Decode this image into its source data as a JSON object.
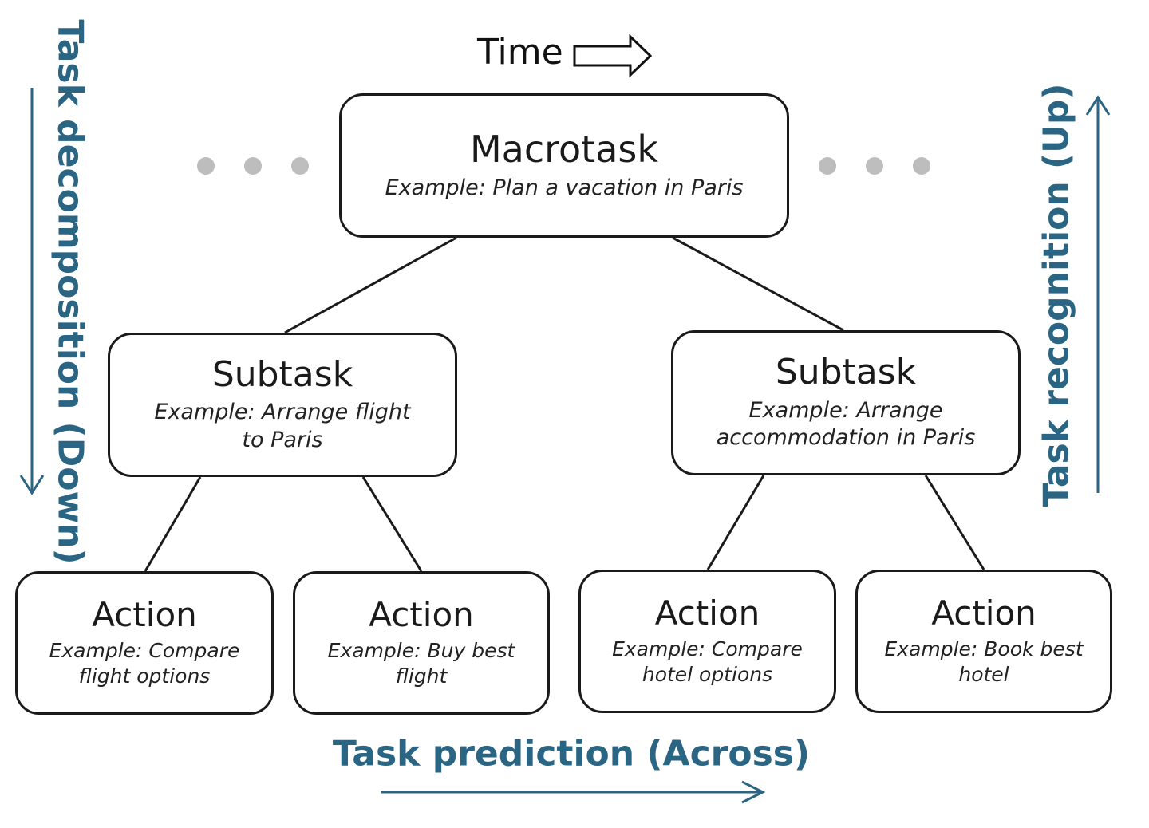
{
  "time_label": "Time",
  "axes": {
    "left": "Task decomposition (Down)",
    "right": "Task recognition (Up)",
    "bottom": "Task prediction (Across)"
  },
  "colors": {
    "axis": "#2a6584",
    "line": "#1a1a1a",
    "dots": "#bdbdbd"
  },
  "macrotask": {
    "title": "Macrotask",
    "example": "Example: Plan a vacation in Paris"
  },
  "subtasks": [
    {
      "title": "Subtask",
      "example_lines": [
        "Example: Arrange flight",
        "to Paris"
      ]
    },
    {
      "title": "Subtask",
      "example_lines": [
        "Example: Arrange",
        "accommodation in Paris"
      ]
    }
  ],
  "actions": [
    {
      "title": "Action",
      "example_lines": [
        "Example: Compare",
        "flight options"
      ]
    },
    {
      "title": "Action",
      "example_lines": [
        "Example: Buy best",
        "flight"
      ]
    },
    {
      "title": "Action",
      "example_lines": [
        "Example: Compare",
        "hotel options"
      ]
    },
    {
      "title": "Action",
      "example_lines": [
        "Example: Book best",
        "hotel"
      ]
    }
  ]
}
